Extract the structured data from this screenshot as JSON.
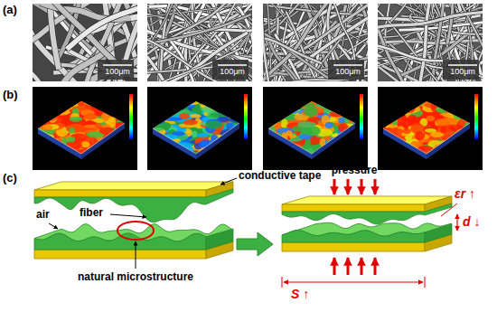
{
  "diagram": {
    "labels": [
      "(a)",
      "100μm",
      "100μm",
      "100μm",
      "100μm",
      "(b)",
      "(c)",
      "air",
      "fiber",
      "conductive tape",
      "natural microstructure",
      "pressure",
      "εr ↑",
      "d ↓",
      "S ↑"
    ]
  }
}
